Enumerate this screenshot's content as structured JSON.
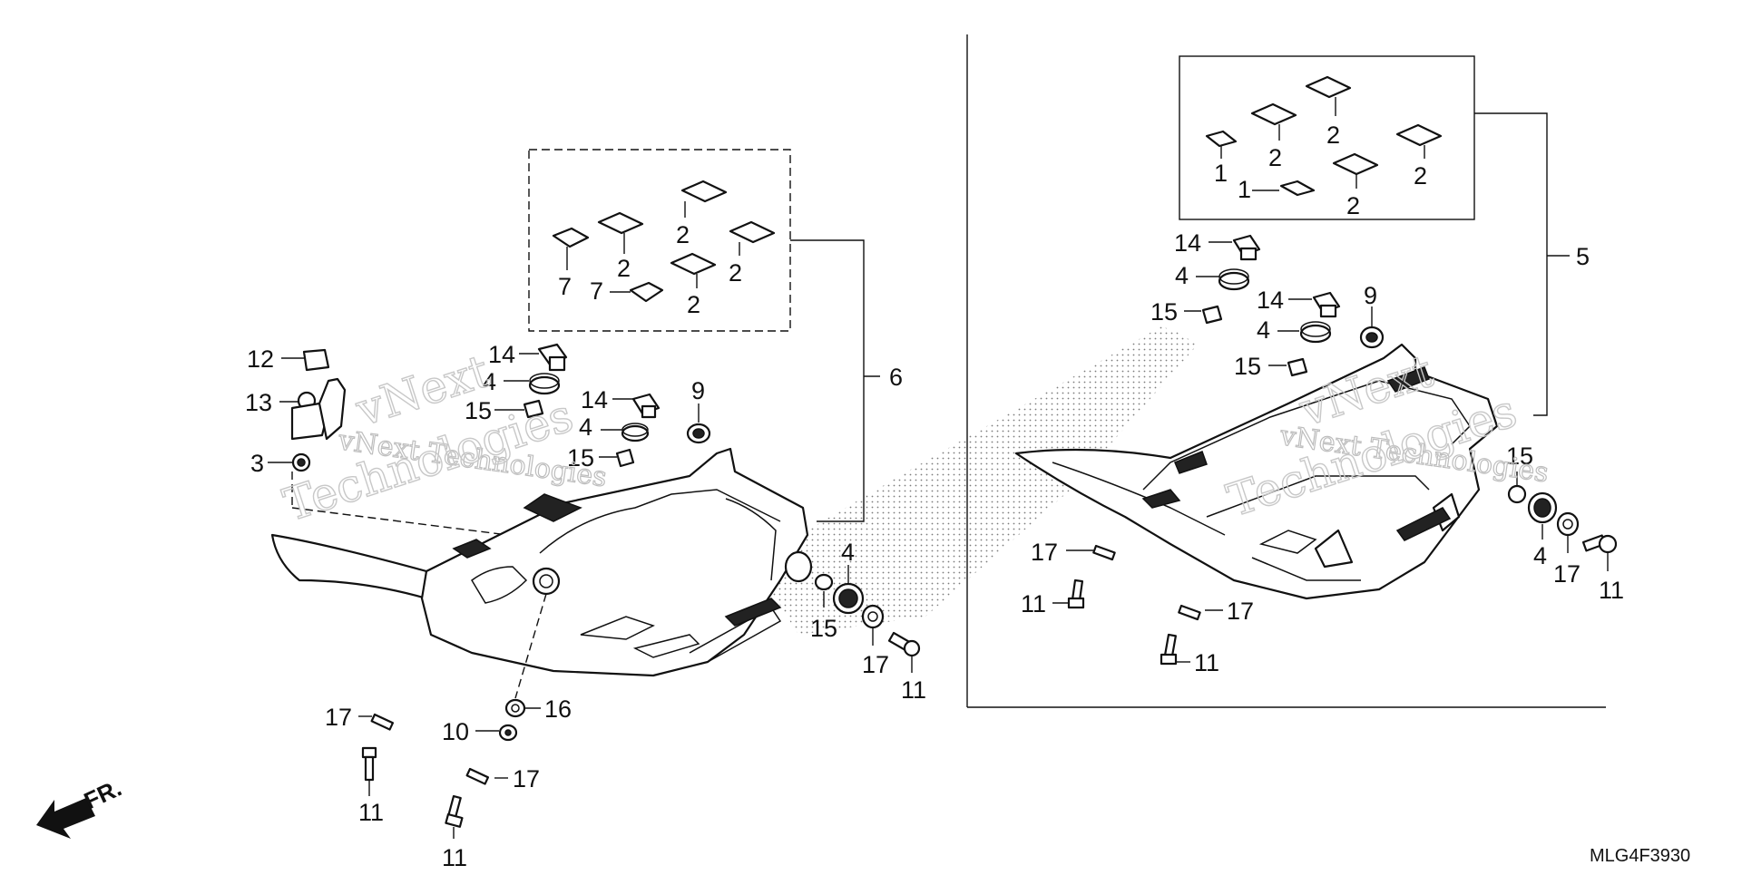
{
  "diagram": {
    "code": "MLG4F3930",
    "front_marker": "FR.",
    "watermark_line1": "vNext Technologies",
    "watermark_line2a": "vNext",
    "watermark_line2b": "Technologies",
    "callouts": {
      "left_12": "12",
      "left_13": "13",
      "left_3": "3",
      "left_14a": "14",
      "left_4a": "4",
      "left_15a": "15",
      "left_14b": "14",
      "left_4b": "4",
      "left_15b": "15",
      "left_9": "9",
      "left_6": "6",
      "left_kit_7a": "7",
      "left_kit_7b": "7",
      "left_kit_2a": "2",
      "left_kit_2b": "2",
      "left_kit_2c": "2",
      "left_kit_2d": "2",
      "left_4c": "4",
      "left_15c": "15",
      "left_17a": "17",
      "left_11a": "11",
      "left_16": "16",
      "left_10": "10",
      "left_17b": "17",
      "left_11b": "11",
      "left_17c": "17",
      "left_11c": "11",
      "right_kit_1a": "1",
      "right_kit_1b": "1",
      "right_kit_2a": "2",
      "right_kit_2b": "2",
      "right_kit_2c": "2",
      "right_kit_2d": "2",
      "right_5": "5",
      "right_14a": "14",
      "right_4a": "4",
      "right_15a": "15",
      "right_14b": "14",
      "right_4b": "4",
      "right_15b": "15",
      "right_9": "9",
      "right_15c": "15",
      "right_4c": "4",
      "right_17a": "17",
      "right_11a": "11",
      "right_17b": "17",
      "right_11b": "11",
      "right_17c": "17",
      "right_11c": "11"
    }
  }
}
